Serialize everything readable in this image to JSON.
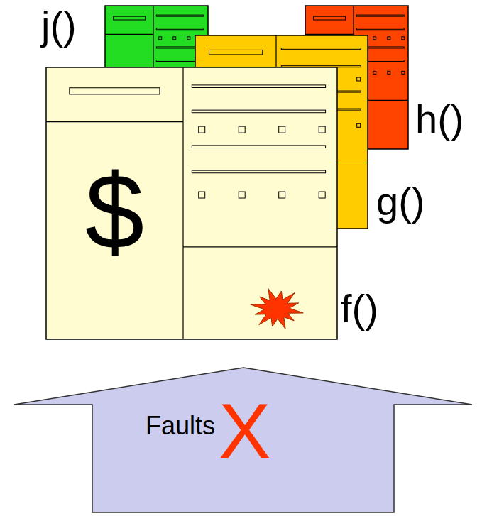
{
  "diagram": {
    "nodes": [
      {
        "text": [
          "j()"
        ]
      },
      {
        "text": [
          "h()"
        ]
      },
      {
        "text": [
          "g()"
        ]
      },
      {
        "text": [
          "$",
          "f()"
        ]
      },
      {
        "text": [
          "Faults",
          "X"
        ]
      }
    ]
  }
}
